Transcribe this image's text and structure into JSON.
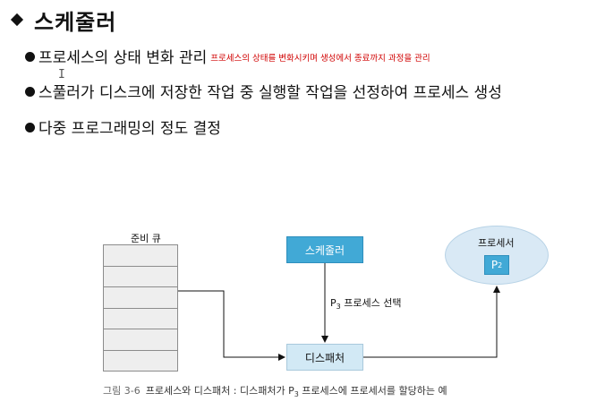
{
  "title": "스케줄러",
  "bullets": {
    "b1": "프로세스의 상태 변화 관리",
    "b1_note": "프로세스의 상태를 변화시키며 생성에서 종료까지 과정을 관리",
    "b2": "스풀러가 디스크에 저장한 작업 중 실행할 작업을 선정하여 프로세스 생성",
    "b3": "다중 프로그래밍의 정도 결정"
  },
  "cursor_glyph": "I",
  "diagram": {
    "queue_label": "준비 큐",
    "queue_slots": 6,
    "scheduler": "스케줄러",
    "dispatcher": "디스패처",
    "processor_label": "프로세서",
    "p2_main": "P",
    "p2_sub": "2",
    "selection_p": "P",
    "selection_sub": "3",
    "selection_text": " 프로세스 선택",
    "caption_fig": "그림 3-6",
    "caption_text1": "프로세스와 디스패처 : 디스패처가 P",
    "caption_sub": "3",
    "caption_text2": " 프로세스에 프로세서를 할당하는 예"
  },
  "colors": {
    "scheduler_box": "#41a9d6",
    "dispatcher_box": "#d2e9f5",
    "processor_ellipse": "#d9e9f5",
    "note_text": "#d00000"
  }
}
